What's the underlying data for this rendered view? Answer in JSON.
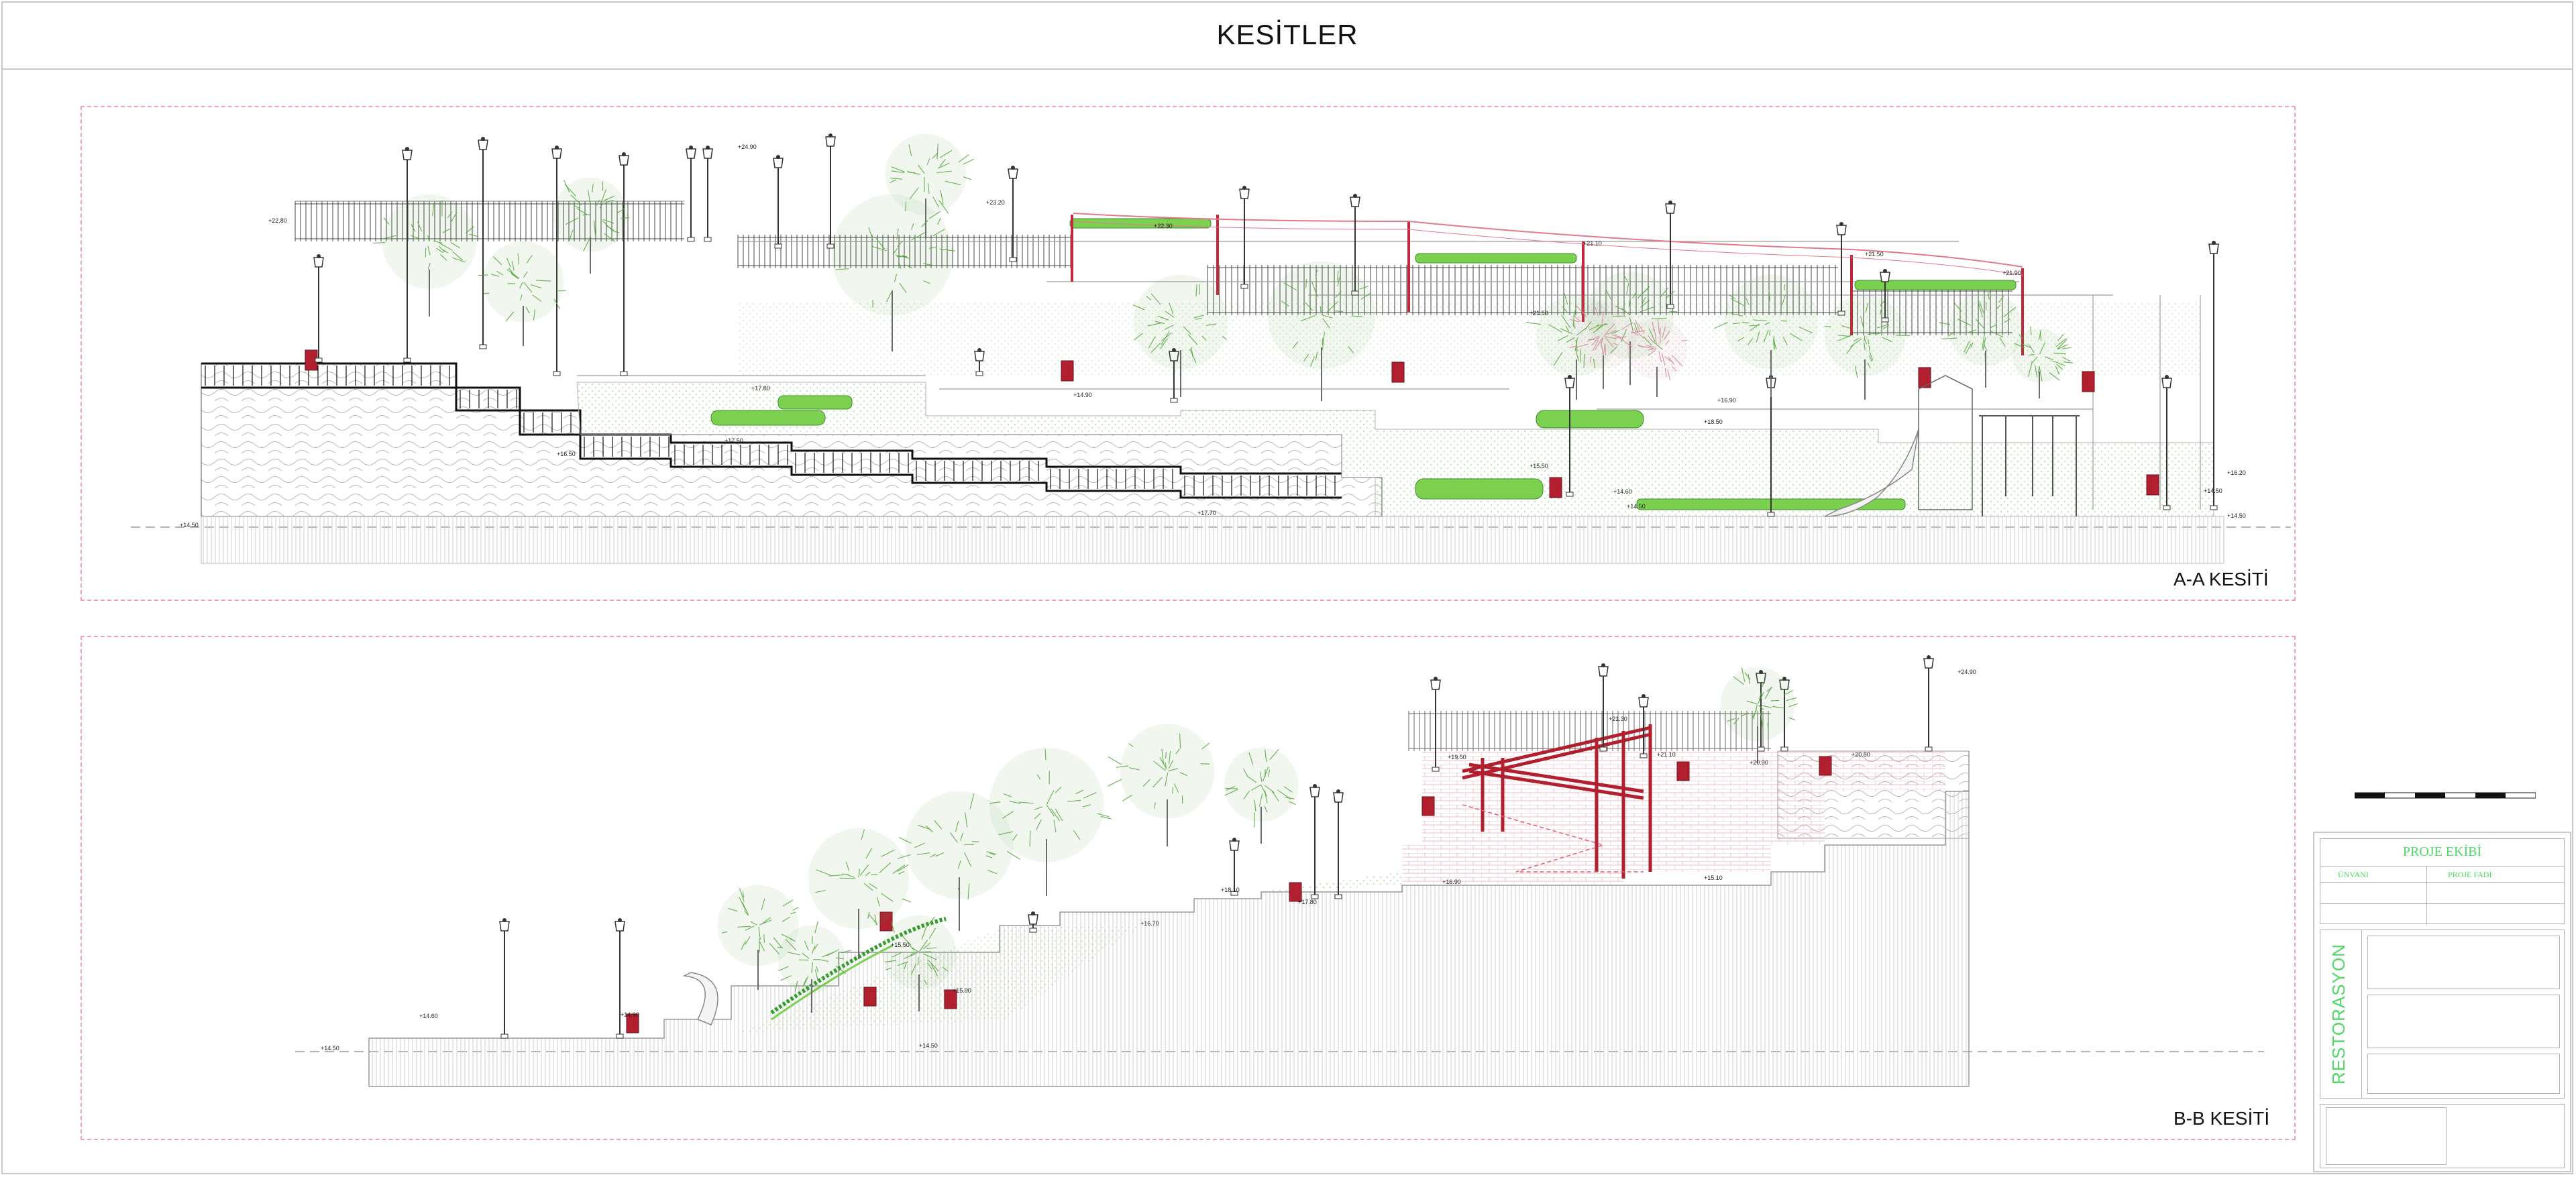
{
  "sheet": {
    "title": "KESİTLER"
  },
  "sections": [
    {
      "id": "aa",
      "label": "A-A KESİTİ",
      "elevations": [
        "+22.80",
        "+24.90",
        "+23.20",
        "+22.30",
        "+21.10",
        "+21.50",
        "+21.90",
        "+21.50",
        "+17.80",
        "+16.50",
        "+16.90",
        "+18.50",
        "+17.70",
        "+17.50",
        "+15.50",
        "+14.60",
        "+14.50",
        "+14.90",
        "+16.20",
        "+14.50",
        "+14.50",
        "+14.50"
      ]
    },
    {
      "id": "bb",
      "label": "B-B KESİTİ",
      "elevations": [
        "+24.90",
        "+21.30",
        "+21.10",
        "+20.80",
        "+20.90",
        "+19.50",
        "+18.10",
        "+17.80",
        "+16.70",
        "+16.90",
        "+15.50",
        "+15.90",
        "+15.10",
        "+14.90",
        "+14.50",
        "+14.60",
        "+14.50"
      ]
    }
  ],
  "title_block": {
    "team_heading": "PROJE EKİBİ",
    "col_title": "ÜNVANI",
    "col_name": "PROJE FADI",
    "project_name": "RESTORASYON"
  },
  "colors": {
    "frame": "#f0a0b4",
    "green_text": "#4cd964",
    "tree": "#5aa845",
    "red_post": "#c0283c",
    "wall": "#111111"
  }
}
